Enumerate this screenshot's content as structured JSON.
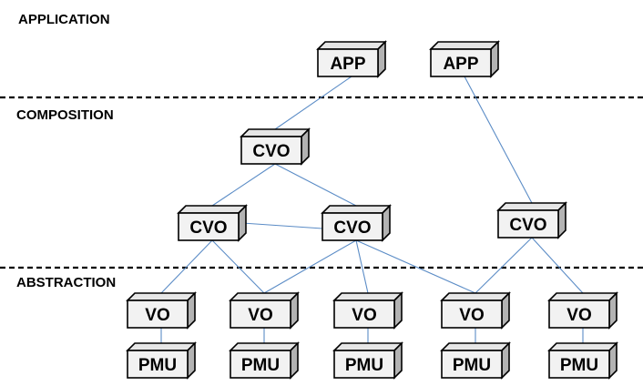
{
  "layers": [
    {
      "id": "application",
      "label": "APPLICATION"
    },
    {
      "id": "composition",
      "label": "COMPOSITION"
    },
    {
      "id": "abstraction",
      "label": "ABSTRACTION"
    }
  ],
  "nodes": [
    {
      "id": "app1",
      "type": "APP"
    },
    {
      "id": "app2",
      "type": "APP"
    },
    {
      "id": "cvo-top",
      "type": "CVO"
    },
    {
      "id": "cvo-mid-left",
      "type": "CVO"
    },
    {
      "id": "cvo-mid-right",
      "type": "CVO"
    },
    {
      "id": "cvo-right",
      "type": "CVO"
    },
    {
      "id": "vo1",
      "type": "VO"
    },
    {
      "id": "vo2",
      "type": "VO"
    },
    {
      "id": "vo3",
      "type": "VO"
    },
    {
      "id": "vo4",
      "type": "VO"
    },
    {
      "id": "vo5",
      "type": "VO"
    },
    {
      "id": "pmu1",
      "type": "PMU"
    },
    {
      "id": "pmu2",
      "type": "PMU"
    },
    {
      "id": "pmu3",
      "type": "PMU"
    },
    {
      "id": "pmu4",
      "type": "PMU"
    },
    {
      "id": "pmu5",
      "type": "PMU"
    }
  ],
  "edges": [
    [
      "app1",
      "cvo-top"
    ],
    [
      "app2",
      "cvo-right"
    ],
    [
      "cvo-top",
      "cvo-mid-left"
    ],
    [
      "cvo-top",
      "cvo-mid-right"
    ],
    [
      "cvo-mid-left",
      "cvo-mid-right"
    ],
    [
      "cvo-mid-left",
      "vo1"
    ],
    [
      "cvo-mid-left",
      "vo2"
    ],
    [
      "cvo-mid-right",
      "vo2"
    ],
    [
      "cvo-mid-right",
      "vo3"
    ],
    [
      "cvo-mid-right",
      "vo4"
    ],
    [
      "cvo-right",
      "vo4"
    ],
    [
      "cvo-right",
      "vo5"
    ],
    [
      "vo1",
      "pmu1"
    ],
    [
      "vo2",
      "pmu2"
    ],
    [
      "vo3",
      "pmu3"
    ],
    [
      "vo4",
      "pmu4"
    ],
    [
      "vo5",
      "pmu5"
    ]
  ]
}
